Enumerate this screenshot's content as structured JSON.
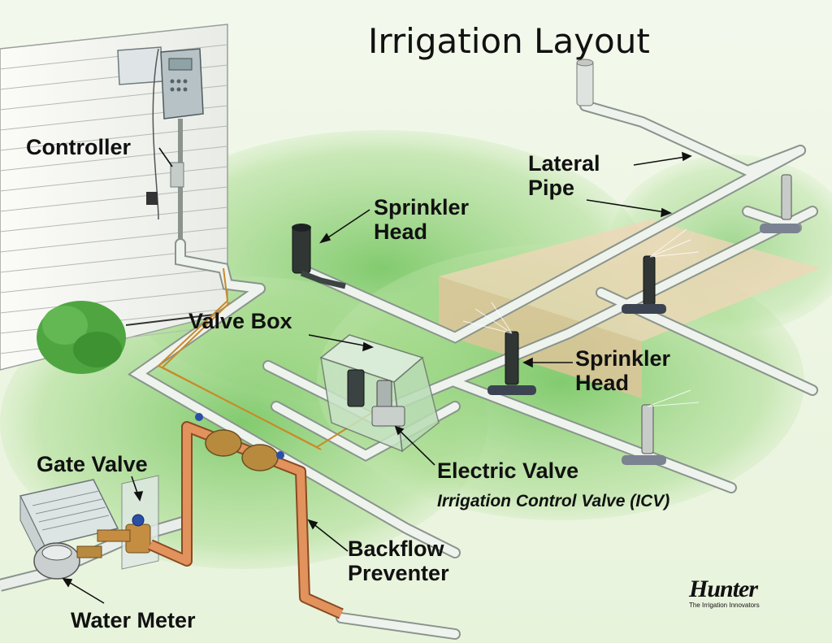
{
  "title": "Irrigation Layout",
  "labels": {
    "controller": "Controller",
    "sprinkler_head_1": [
      "Sprinkler",
      "Head"
    ],
    "lateral_pipe": [
      "Lateral",
      "Pipe"
    ],
    "valve_box": "Valve Box",
    "sprinkler_head_2": [
      "Sprinkler",
      "Head"
    ],
    "electric_valve": "Electric Valve",
    "icv": "Irrigation Control Valve (ICV)",
    "gate_valve": "Gate Valve",
    "backflow_preventer": [
      "Backflow",
      "Preventer"
    ],
    "water_meter": "Water Meter"
  },
  "logo": {
    "name": "Hunter",
    "tagline": "The Irrigation Innovators"
  },
  "colors": {
    "pipe": "#eef3ee",
    "pipe_outline": "#8a948c",
    "copper": "#d9824a",
    "brass": "#b88a3e",
    "lawn": "#7fc96a",
    "wire": "#c98a2a"
  },
  "icons": [
    "controller-box",
    "sprinkler-head",
    "valve-box",
    "electric-valve",
    "gate-valve",
    "backflow-preventer",
    "water-meter",
    "shrub"
  ]
}
